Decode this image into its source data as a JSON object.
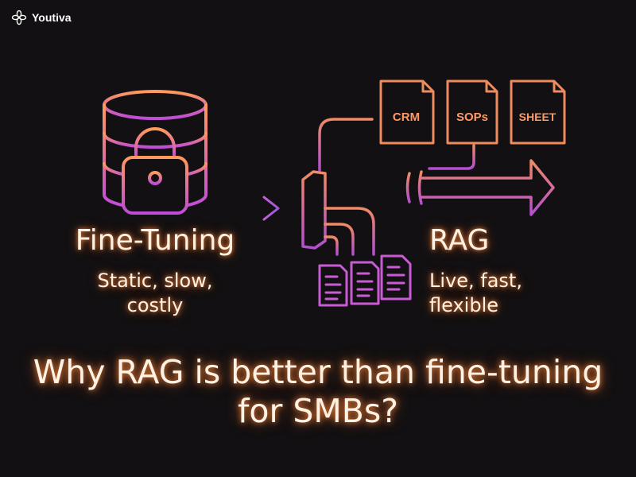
{
  "brand": {
    "name": "Youtiva",
    "logo_icon": "flower-logo-icon"
  },
  "fine_tuning": {
    "title": "Fine-Tuning",
    "subtitle_line1": "Static, slow,",
    "subtitle_line2": "costly",
    "icon": "locked-database-icon"
  },
  "rag": {
    "title": "RAG",
    "subtitle_line1": "Live, fast,",
    "subtitle_line2": "flexible",
    "sources": [
      "CRM",
      "SOPs",
      "SHEET"
    ],
    "icon": "pipeline-arrow-icon"
  },
  "headline": {
    "line1": "Why RAG is better than fine-tuning",
    "line2": "for SMBs?"
  },
  "colors": {
    "background": "#121012",
    "text": "#fff1e4",
    "glow": "#ff8a3c",
    "gradient_top": "#ff9a5c",
    "gradient_bottom": "#c04bd8"
  }
}
